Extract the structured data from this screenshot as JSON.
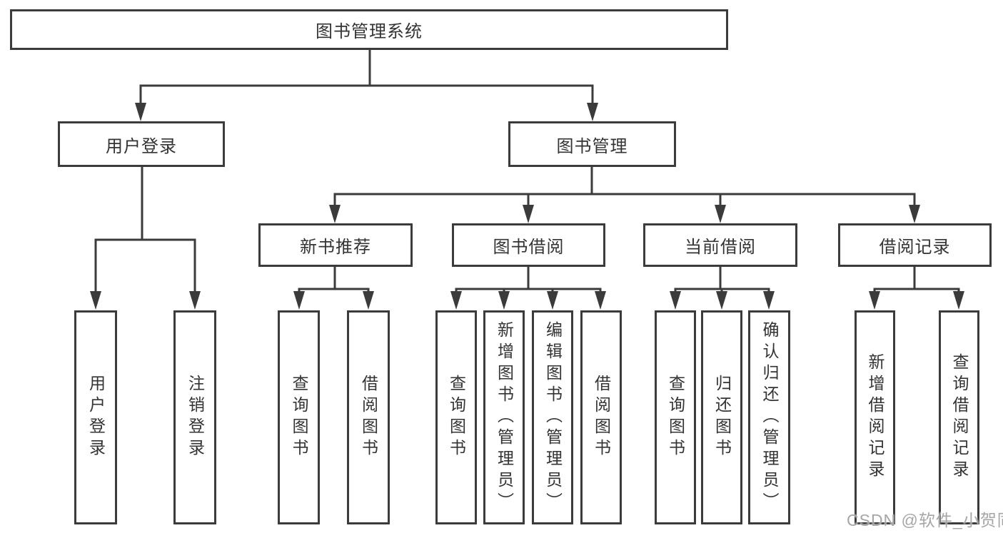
{
  "diagram_title": "图书管理系统",
  "tree": {
    "root": {
      "label": "图书管理系统",
      "children": [
        {
          "label": "用户登录",
          "children": [
            {
              "label": "用户登录"
            },
            {
              "label": "注销登录"
            }
          ]
        },
        {
          "label": "图书管理",
          "children": [
            {
              "label": "新书推荐",
              "children": [
                {
                  "label": "查询图书"
                },
                {
                  "label": "借阅图书"
                }
              ]
            },
            {
              "label": "图书借阅",
              "children": [
                {
                  "label": "查询图书"
                },
                {
                  "label": "新增图书（管理员）"
                },
                {
                  "label": "编辑图书（管理员）"
                },
                {
                  "label": "借阅图书"
                }
              ]
            },
            {
              "label": "当前借阅",
              "children": [
                {
                  "label": "查询图书"
                },
                {
                  "label": "归还图书"
                },
                {
                  "label": "确认归还（管理员）"
                }
              ]
            },
            {
              "label": "借阅记录",
              "children": [
                {
                  "label": "新增借阅记录"
                },
                {
                  "label": "查询借阅记录"
                }
              ]
            }
          ]
        }
      ]
    }
  },
  "watermark": {
    "text": "CSDN @软件_小贺同学"
  },
  "colors": {
    "line": "#3b3b3b",
    "box_border": "#3b3b3b",
    "box_fill": "#ffffff",
    "text": "#333333",
    "watermark": "#9e9e9e",
    "background": "#ffffff"
  }
}
